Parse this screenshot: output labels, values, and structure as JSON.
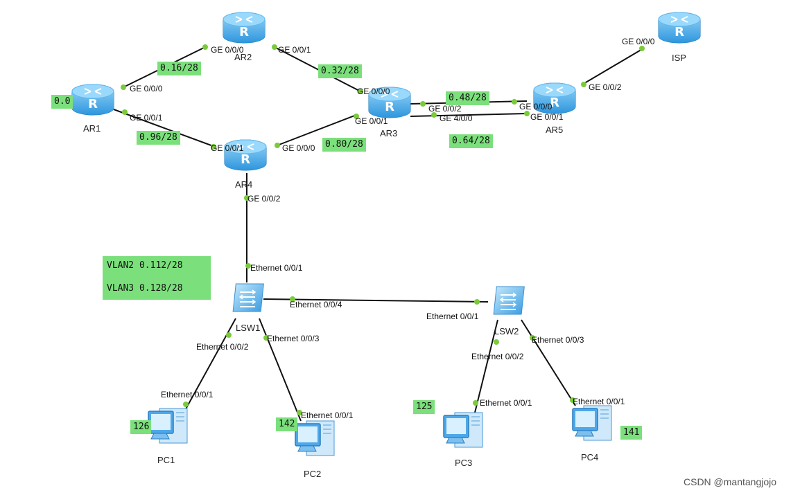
{
  "colors": {
    "link": "#111111",
    "port_dot": "#7acb3b",
    "subnet_bg": "#7be07b",
    "router": "#3aa6e8",
    "switch": "#5bb5ef",
    "pc": "#5aa9e6"
  },
  "devices": {
    "ar1": {
      "label": "AR1",
      "icon": "router-icon"
    },
    "ar2": {
      "label": "AR2",
      "icon": "router-icon"
    },
    "ar3": {
      "label": "AR3",
      "icon": "router-icon"
    },
    "ar4": {
      "label": "AR4",
      "icon": "router-icon"
    },
    "ar5": {
      "label": "AR5",
      "icon": "router-icon"
    },
    "isp": {
      "label": "ISP",
      "icon": "router-icon"
    },
    "lsw1": {
      "label": "LSW1",
      "icon": "switch-icon"
    },
    "lsw2": {
      "label": "LSW2",
      "icon": "switch-icon"
    },
    "pc1": {
      "label": "PC1",
      "icon": "pc-icon"
    },
    "pc2": {
      "label": "PC2",
      "icon": "pc-icon"
    },
    "pc3": {
      "label": "PC3",
      "icon": "pc-icon"
    },
    "pc4": {
      "label": "PC4",
      "icon": "pc-icon"
    }
  },
  "ports": {
    "ar2_g000": "GE 0/0/0",
    "ar2_g001": "GE 0/0/1",
    "ar1_g000": "GE 0/0/0",
    "ar1_g001": "GE 0/0/1",
    "ar3_g000": "GE 0/0/0",
    "ar3_g002": "GE 0/0/2",
    "ar3_g001": "GE 0/0/1",
    "ar3_g400": "GE 4/0/0",
    "ar5_g000": "GE 0/0/0",
    "ar5_g001": "GE 0/0/1",
    "ar5_g002": "GE 0/0/2",
    "isp_g000": "GE 0/0/0",
    "ar4_g001": "GE 0/0/1",
    "ar4_g000": "GE 0/0/0",
    "ar4_g002": "GE 0/0/2",
    "lsw1_e001": "Ethernet 0/0/1",
    "lsw1_e004": "Ethernet 0/0/4",
    "lsw1_e002": "Ethernet 0/0/2",
    "lsw1_e003": "Ethernet 0/0/3",
    "lsw2_e001": "Ethernet 0/0/1",
    "lsw2_e002": "Ethernet 0/0/2",
    "lsw2_e003": "Ethernet 0/0/3",
    "pc1_e001": "Ethernet 0/0/1",
    "pc2_e001": "Ethernet 0/0/1",
    "pc3_e001": "Ethernet 0/0/1",
    "pc4_e001": "Ethernet 0/0/1"
  },
  "subnets": {
    "ar1_loop": "0.0",
    "ar1_ar2": "0.16/28",
    "ar2_ar3": "0.32/28",
    "ar3_ar5_a": "0.48/28",
    "ar3_ar5_b": "0.64/28",
    "ar1_ar4": "0.96/28",
    "ar3_ar4": "0.80/28",
    "vlan2": "VLAN2 0.112/28",
    "vlan3": "VLAN3 0.128/28",
    "pc1": "126",
    "pc2": "142",
    "pc3": "125",
    "pc4": "141"
  },
  "watermark": "CSDN @mantangjojo"
}
